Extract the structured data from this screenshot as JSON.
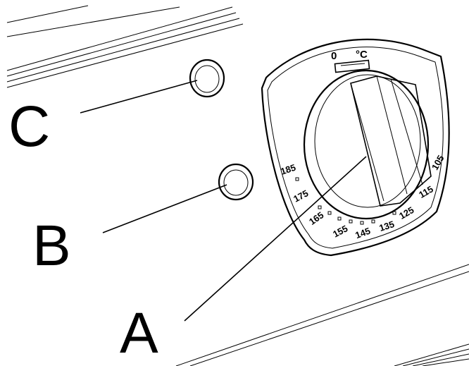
{
  "callouts": {
    "a": "A",
    "b": "B",
    "c": "C"
  },
  "dial": {
    "zero_mark": "0",
    "unit": "°C",
    "scale": [
      "185",
      "175",
      "165",
      "155",
      "145",
      "135",
      "125",
      "115",
      "105"
    ]
  },
  "colors": {
    "line": "#000000",
    "background": "#ffffff"
  }
}
